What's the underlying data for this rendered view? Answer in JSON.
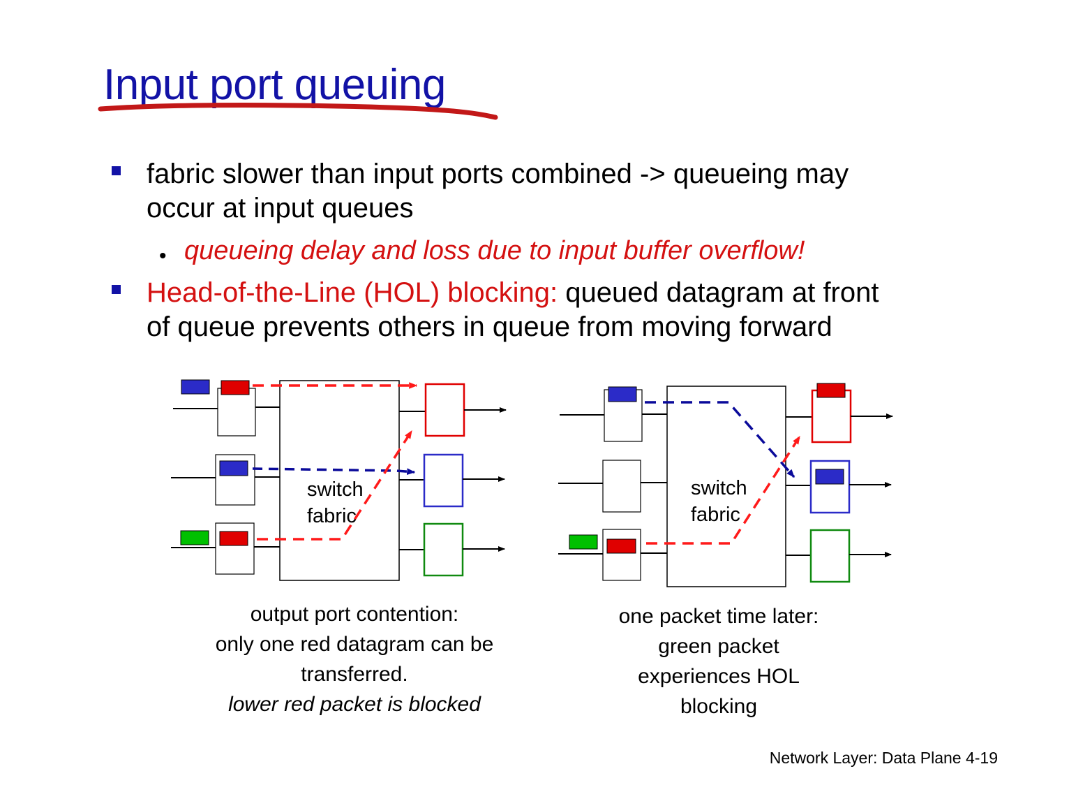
{
  "title": "Input port queuing",
  "bullets": [
    {
      "line1": "fabric slower than input ports combined -> queueing may",
      "line2": "occur at input queues",
      "sub": "queueing delay and loss due to input buffer overflow!"
    },
    {
      "lead": "Head-of-the-Line (HOL) blocking:",
      "line1_rest": " queued datagram at front",
      "line2": "of queue prevents others in queue from moving forward"
    }
  ],
  "diagrams": {
    "left": {
      "fabric_line1": "switch",
      "fabric_line2": "fabric",
      "caption": {
        "line1": "output port contention:",
        "line2": "only one red datagram can be",
        "line3": "transferred.",
        "line4": "lower red packet is blocked"
      }
    },
    "right": {
      "fabric_line1": "switch",
      "fabric_line2": "fabric",
      "caption": {
        "line1": "one packet time later:",
        "line2": "green packet",
        "line3": "experiences HOL",
        "line4": "blocking"
      }
    }
  },
  "footer": "Network Layer: Data Plane  4-19",
  "colors": {
    "title": "#1212a6",
    "red_packet": "#e00000",
    "blue_packet": "#2b2bc8",
    "green_packet": "#00c000",
    "red_path": "#ff1a1a",
    "blue_path": "#0a0a9a"
  }
}
